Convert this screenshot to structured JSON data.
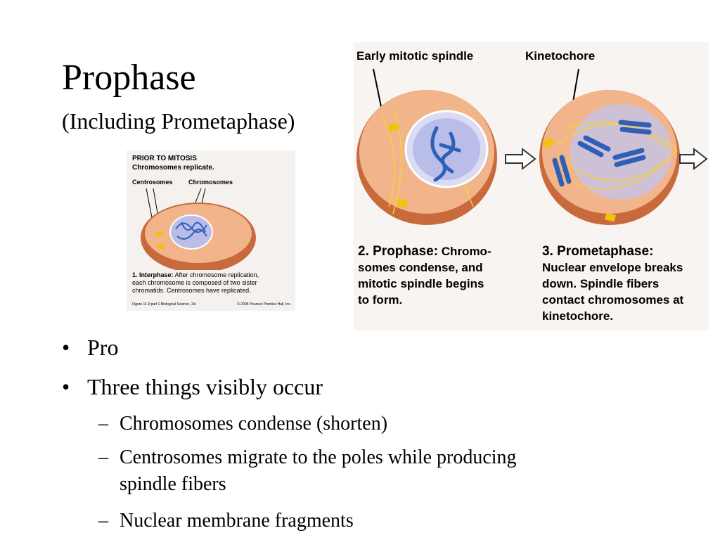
{
  "slide": {
    "title": "Prophase",
    "subtitle": "(Including Prometaphase)"
  },
  "figure_small": {
    "header1": "PRIOR TO MITOSIS",
    "header2": "Chromosomes replicate.",
    "label_centrosomes": "Centrosomes",
    "label_chromosomes": "Chromosomes",
    "caption_bold": "1. Interphase:",
    "caption_line1": "After chromosome replication,",
    "caption_line2": "each chromosome is composed of two sister",
    "caption_line3": "chromatids. Centrosomes have replicated.",
    "footer_left": "Figure 11-9 part 1  Biological Science, 2/e",
    "footer_right": "© 2005 Pearson Prentice Hall, Inc."
  },
  "figure_large": {
    "label_spindle": "Early mitotic spindle",
    "label_kinetochore": "Kinetochore",
    "prophase_bold": "2. Prophase:",
    "prophase_line1": "Chromo-",
    "prophase_line2": "somes condense, and",
    "prophase_line3": "mitotic spindle begins",
    "prophase_line4": "to form.",
    "prometa_bold": "3. Prometaphase:",
    "prometa_line1": "Nuclear envelope breaks",
    "prometa_line2": "down. Spindle fibers",
    "prometa_line3": "contact chromosomes at",
    "prometa_line4": "kinetochore."
  },
  "bullets": [
    {
      "marker": "•",
      "text": "Pro"
    },
    {
      "marker": "•",
      "text": "Three things visibly occur"
    }
  ],
  "sub_bullets": [
    {
      "marker": "–",
      "text": "Chromosomes condense (shorten)"
    },
    {
      "marker": "–",
      "line1": "Centrosomes migrate to the poles while producing",
      "line2": "spindle fibers"
    },
    {
      "marker": "–",
      "text": "Nuclear membrane fragments"
    }
  ],
  "colors": {
    "cell_outer": "#c96a3c",
    "cell_inner": "#f2b48a",
    "nucleus": "#b9bde8",
    "chromosome": "#2f5fb8",
    "centrosome": "#f2c20f",
    "spindle": "#f5d23a"
  }
}
